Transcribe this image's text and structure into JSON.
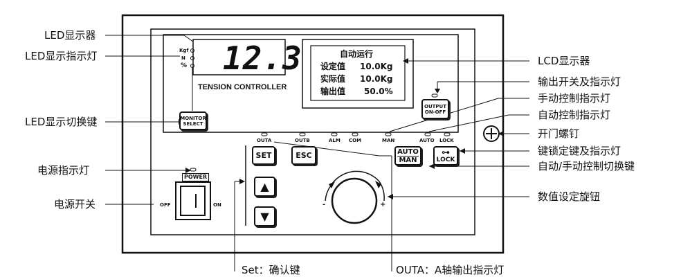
{
  "callouts_left": {
    "led_display": "LED显示器",
    "led_indicator": "LED显示指示灯",
    "led_switch_key": "LED显示切换键",
    "power_indicator": "电源指示灯",
    "power_switch": "电源开关"
  },
  "callouts_right": {
    "lcd_display": "LCD显示器",
    "output_switch": "输出开关及指示灯",
    "manual_indicator": "手动控制指示灯",
    "auto_indicator": "自动控制指示灯",
    "door_screw": "开门螺钉",
    "lock_key": "键锁定键及指示灯",
    "auto_manual_key": "自动/手动控制切换键",
    "knob": "数值设定旋钮"
  },
  "callouts_bottom": {
    "set": "Set：确认键",
    "outa": "OUTA：A轴输出指示灯"
  },
  "panel": {
    "led_value": "12.3",
    "unit_kgf": "Kgf",
    "unit_n": "N",
    "unit_pct": "%",
    "tension_controller": "TENSION CONTROLLER",
    "monitor_select_1": "MONITOR",
    "monitor_select_2": "SELECT",
    "lcd_title": "自动运行",
    "lcd_rows": [
      {
        "label": "设定值",
        "value": "10.0Kg"
      },
      {
        "label": "实际值",
        "value": "10.0Kg"
      },
      {
        "label": "输出值",
        "value": "50.0%"
      }
    ],
    "output_on_off_1": "OUTPUT",
    "output_on_off_2": "ON-OFF",
    "ind_outa": "OUTA",
    "ind_outb": "OUTB",
    "ind_alm": "ALM",
    "ind_com": "COM",
    "ind_man": "MAN",
    "ind_auto": "AUTO",
    "ind_lock": "LOCK",
    "set_btn": "SET",
    "esc_btn": "ESC",
    "up_btn": "▲",
    "down_btn": "▼",
    "auto_btn": "AUTO",
    "man_btn": "MAN",
    "lock_btn": "LOCK",
    "power_label": "POWER",
    "off_label": "OFF",
    "on_label": "ON",
    "minus": "-",
    "plus": "+"
  }
}
